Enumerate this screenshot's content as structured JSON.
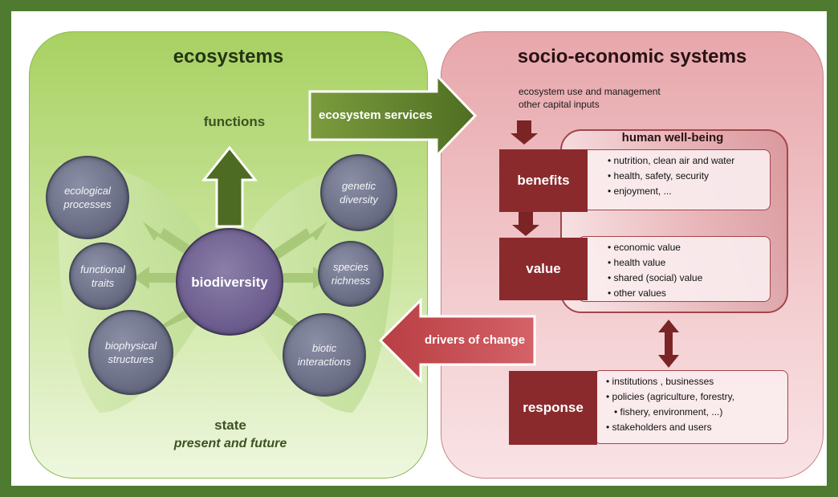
{
  "ecosystems": {
    "title": "ecosystems",
    "functions_label": "functions",
    "state_label": "state",
    "state_sublabel": "present and future",
    "center": "biodiversity",
    "satellites": {
      "ecological_processes": "ecological\nprocesses",
      "functional_traits": "functional\ntraits",
      "biophysical_structures": "biophysical\nstructures",
      "genetic_diversity": "genetic\ndiversity",
      "species_richness": "species\nrichness",
      "biotic_interactions": "biotic\ninteractions"
    }
  },
  "links": {
    "ecosystem_services": "ecosystem services",
    "drivers_of_change": "drivers of change"
  },
  "socio": {
    "title": "socio-economic systems",
    "inputs": [
      "ecosystem use and management",
      "other capital inputs"
    ],
    "human_wellbeing": "human well-being",
    "benefits": {
      "label": "benefits",
      "items": [
        "nutrition, clean air and water",
        "health, safety, security",
        "enjoyment, ..."
      ]
    },
    "value": {
      "label": "value",
      "items": [
        "economic value",
        "health value",
        "shared (social) value",
        "other values"
      ]
    },
    "response": {
      "label": "response",
      "items": [
        "institutions , businesses",
        "policies (agriculture, forestry,",
        "fishery, environment, ...)",
        "stakeholders and users"
      ]
    }
  },
  "colors": {
    "frame": "#4e7b2f",
    "eco_panel": "#a8d162",
    "socio_panel": "#e7a7ab",
    "green_arrow": "#5d7d2d",
    "red_box": "#8b2a2c",
    "red_arrow": "#c0484d",
    "circle": "#6b6f86"
  }
}
